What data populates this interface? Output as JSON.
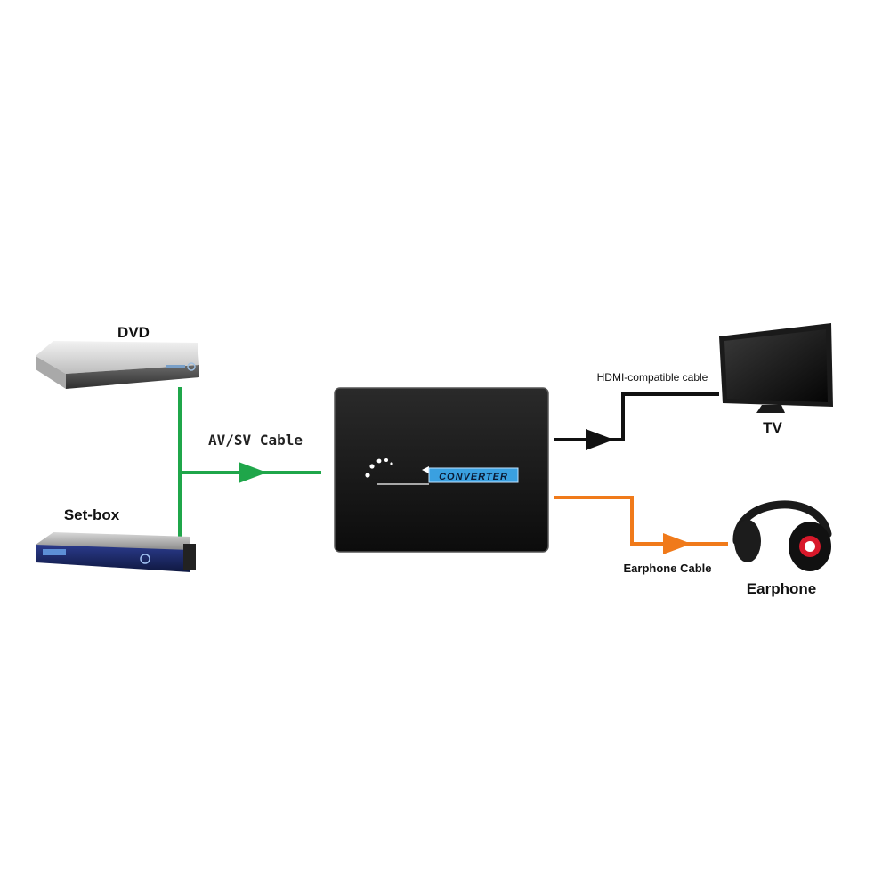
{
  "devices": {
    "dvd_label": "DVD",
    "setbox_label": "Set-box",
    "tv_label": "TV",
    "earphone_label": "Earphone"
  },
  "cables": {
    "av_label": "AV/SV Cable",
    "hdmi_label": "HDMI-compatible cable",
    "earphone_label": "Earphone Cable"
  },
  "converter": {
    "logo_text": "CONVERTER"
  },
  "colors": {
    "av_cable": "#1fa64a",
    "hdmi_cable": "#111111",
    "earphone_cable": "#f07a1a",
    "converter_body": "#141414",
    "converter_accent": "#3aa0e0"
  }
}
